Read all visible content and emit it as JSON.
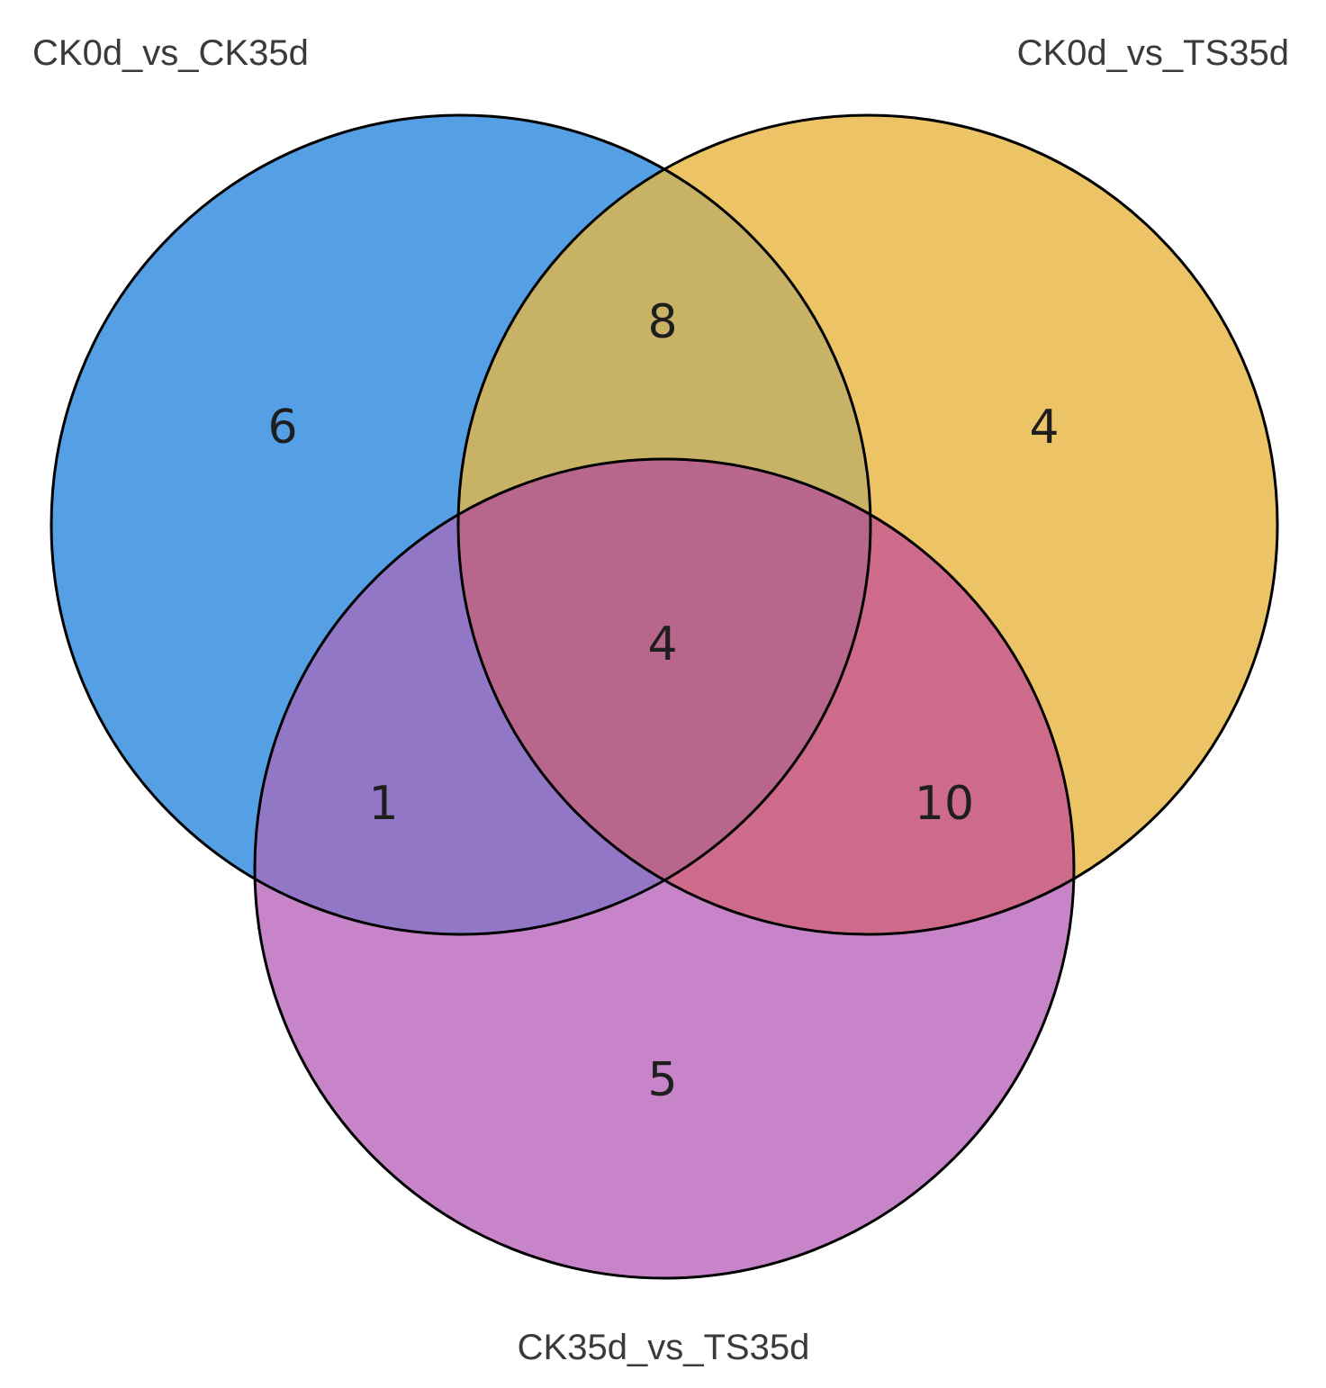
{
  "venn": {
    "sets": [
      {
        "key": "A",
        "label": "CK0d_vs_CK35d",
        "color": "#53a0e6"
      },
      {
        "key": "B",
        "label": "CK0d_vs_TS35d",
        "color": "#f2c464"
      },
      {
        "key": "C",
        "label": "CK35d_vs_TS35d",
        "color": "#ca82ca"
      }
    ],
    "regions": {
      "A_only": "6",
      "B_only": "4",
      "C_only": "5",
      "A_B": "8",
      "A_C": "1",
      "B_C": "10",
      "A_B_C": "4"
    },
    "region_colors": {
      "A_only": "#55a0e5",
      "B_only": "#ecc466",
      "C_only": "#c884c9",
      "A_B": "#c7b265",
      "A_C": "#9177c6",
      "B_C": "#ce6a8a",
      "A_B_C": "#b9668c"
    }
  }
}
